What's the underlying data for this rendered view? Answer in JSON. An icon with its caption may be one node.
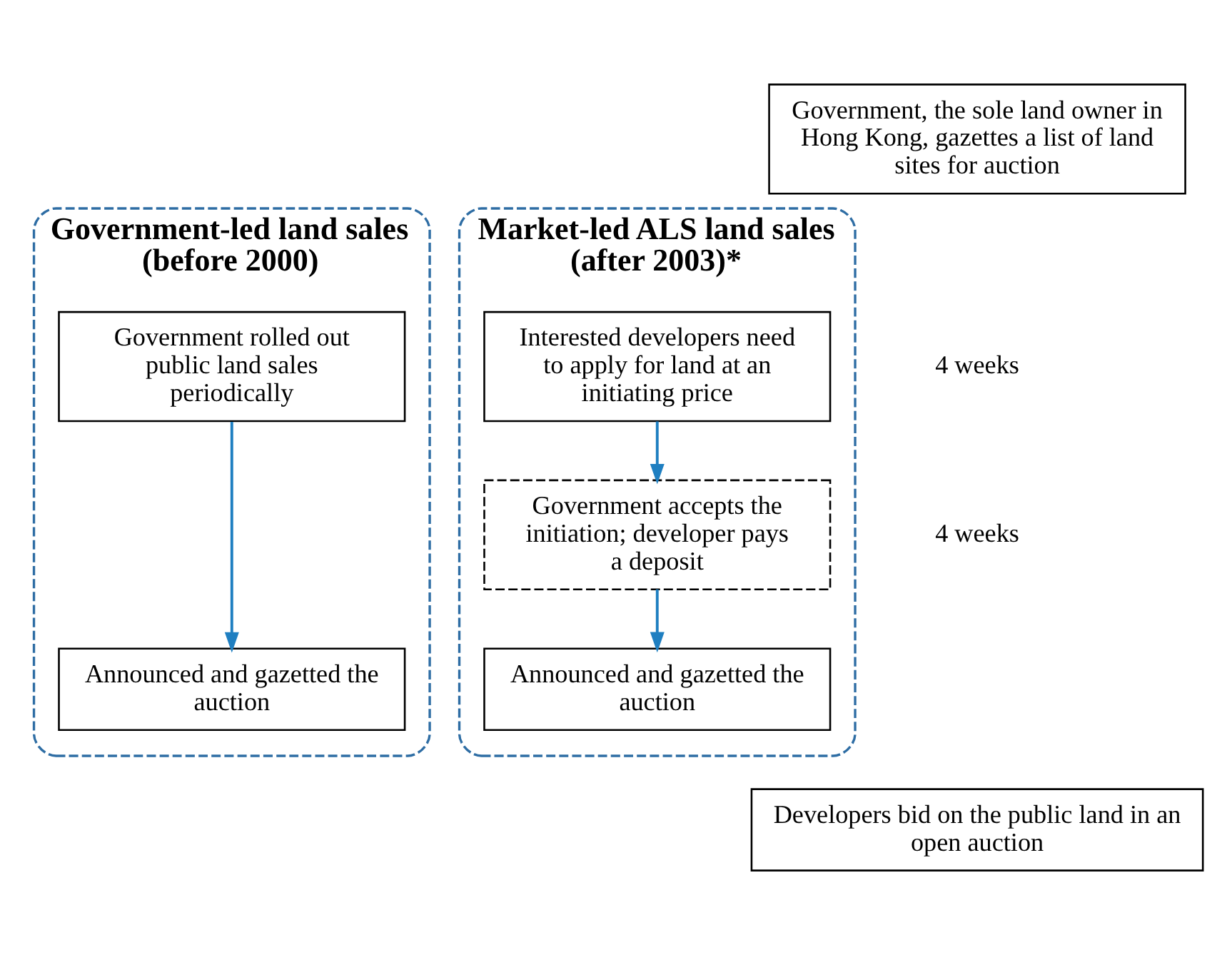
{
  "diagram": {
    "nodes": [
      {
        "text": [
          "Government, the sole land owner in Hong Kong, gazettes a list of land sites for auction"
        ]
      },
      {
        "text": [
          "Government-led land sales (before 2000)"
        ]
      },
      {
        "text": [
          "Government rolled out public land sales periodically"
        ],
        "in": 1
      },
      {
        "text": [
          "Announced and gazetted the auction"
        ],
        "in": 1
      },
      {
        "text": [
          "Market-led ALS land sales (after 2003)*"
        ]
      },
      {
        "text": [
          "Interested developers need to apply for land at an initiating price"
        ],
        "in": 4
      },
      {
        "text": [
          "Government accepts the initiation; developer pays a deposit"
        ],
        "in": 4
      },
      {
        "text": [
          "Announced and gazetted the auction"
        ],
        "in": 4
      },
      {
        "text": [
          "Developers bid on the public land in an open auction"
        ]
      }
    ],
    "edges": [
      {
        "from": 2,
        "to": 3,
        "arrow": "to"
      },
      {
        "from": 5,
        "to": 6,
        "arrow": "to"
      },
      {
        "from": 6,
        "to": 7,
        "arrow": "to"
      }
    ],
    "labels": [
      "4 weeks",
      "4 weeks"
    ]
  }
}
